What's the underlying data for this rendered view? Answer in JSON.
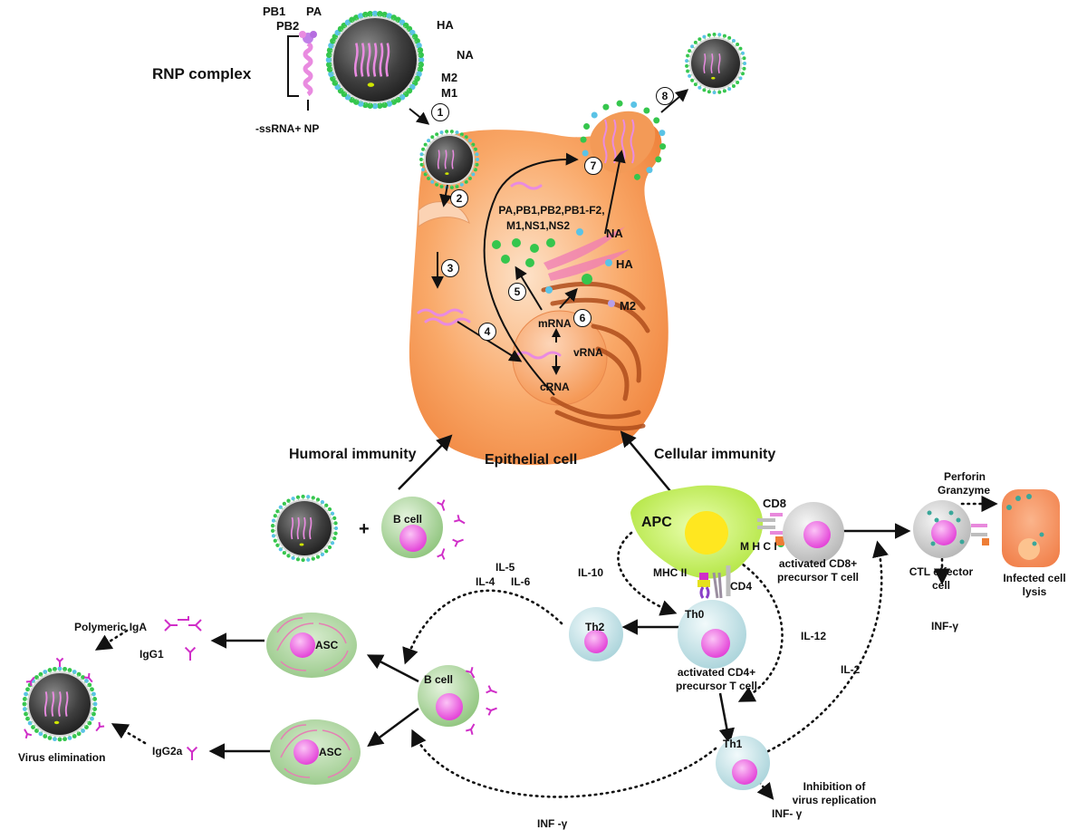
{
  "virion": {
    "rnp_complex": "RNP complex",
    "pb1": "PB1",
    "pa": "PA",
    "pb2": "PB2",
    "ha": "HA",
    "na": "NA",
    "m2": "M2",
    "m1": "M1",
    "ssrna_np": "-ssRNA+ NP"
  },
  "cell": {
    "name": "Epithelial cell",
    "proteins_line1": "PA,PB1,PB2,PB1-F2,",
    "proteins_line2": "M1,NS1,NS2",
    "na": "NA",
    "ha": "HA",
    "m2": "M2",
    "mrna": "mRNA",
    "vrna": "vRNA",
    "crna": "cRNA"
  },
  "steps": [
    "1",
    "2",
    "3",
    "4",
    "5",
    "6",
    "7",
    "8"
  ],
  "immunity": {
    "humoral": "Humoral immunity",
    "cellular": "Cellular immunity"
  },
  "cells": {
    "b_cell_top": "B cell",
    "apc": "APC",
    "cd8": "CD8",
    "mhc1": "M H C I",
    "cd8_precursor_1": "activated CD8+",
    "cd8_precursor_2": "precursor T cell",
    "perforin": "Perforin",
    "granzyme": "Granzyme",
    "ctl_1": "CTL effector",
    "ctl_2": "cell",
    "infected_1": "Infected cell",
    "infected_2": "lysis",
    "mhc2": "MHC II",
    "cd4": "CD4",
    "th0": "Th0",
    "th2": "Th2",
    "th1": "Th1",
    "cd4_precursor_1": "activated CD4+",
    "cd4_precursor_2": "precursor T cell",
    "b_cell_mid": "B cell",
    "asc_top": "ASC",
    "asc_bottom": "ASC"
  },
  "cytokines": {
    "il10": "IL-10",
    "il5": "IL-5",
    "il4": "IL-4",
    "il6": "IL-6",
    "il12": "IL-12",
    "il2": "IL-2",
    "inf_ctl": "INF-γ",
    "inf_bottom": "INF -γ",
    "inf_th1": "INF- γ"
  },
  "outcomes": {
    "polymeric_iga": "Polymeric IgA",
    "igg1": "IgG1",
    "igg2a": "IgG2a",
    "virus_elimination": "Virus elimination",
    "inhibition_1": "Inhibition of",
    "inhibition_2": "virus replication"
  },
  "colors": {
    "epithelial_cell": "#f7a061",
    "apc": "#b8ec3d",
    "b_cell": "#a9d39b",
    "t_cell": "#cfe6ea",
    "nucleus": "#f06be6",
    "virion_core": "#3b3b3b",
    "spike_green": "#35c64d",
    "spike_blue": "#5ac3e6",
    "rna_pink": "#e98be0"
  }
}
